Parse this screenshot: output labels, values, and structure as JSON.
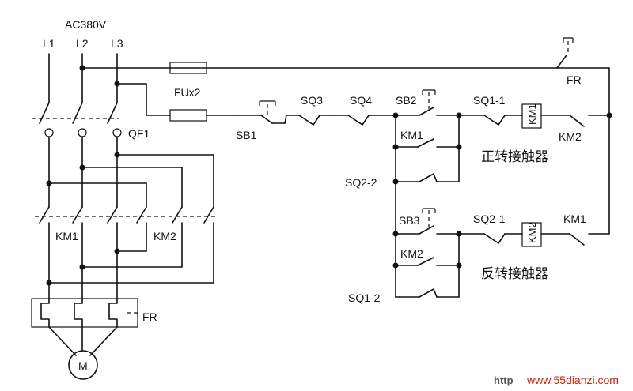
{
  "labels": {
    "supply": "AC380V",
    "L1": "L1",
    "L2": "L2",
    "L3": "L3",
    "fuse": "FUx2",
    "breaker": "QF1",
    "fr_top": "FR",
    "fr_bottom": "FR",
    "km1_main": "KM1",
    "km2_main": "KM2",
    "motor": "M",
    "sb1": "SB1",
    "sq3": "SQ3",
    "sq4": "SQ4",
    "sb2": "SB2",
    "sq1_1": "SQ1-1",
    "coil_km1": "KM1",
    "km2_nc": "KM2",
    "km1_aux": "KM1",
    "sq2_2": "SQ2-2",
    "forward": "正转接触器",
    "sb3": "SB3",
    "sq2_1": "SQ2-1",
    "coil_km2": "KM2",
    "km1_nc": "KM1",
    "km2_aux": "KM2",
    "sq1_2": "SQ1-2",
    "reverse": "反转接触器"
  },
  "watermark": {
    "prefix": "http",
    "site": "www.55dianzi.com"
  }
}
